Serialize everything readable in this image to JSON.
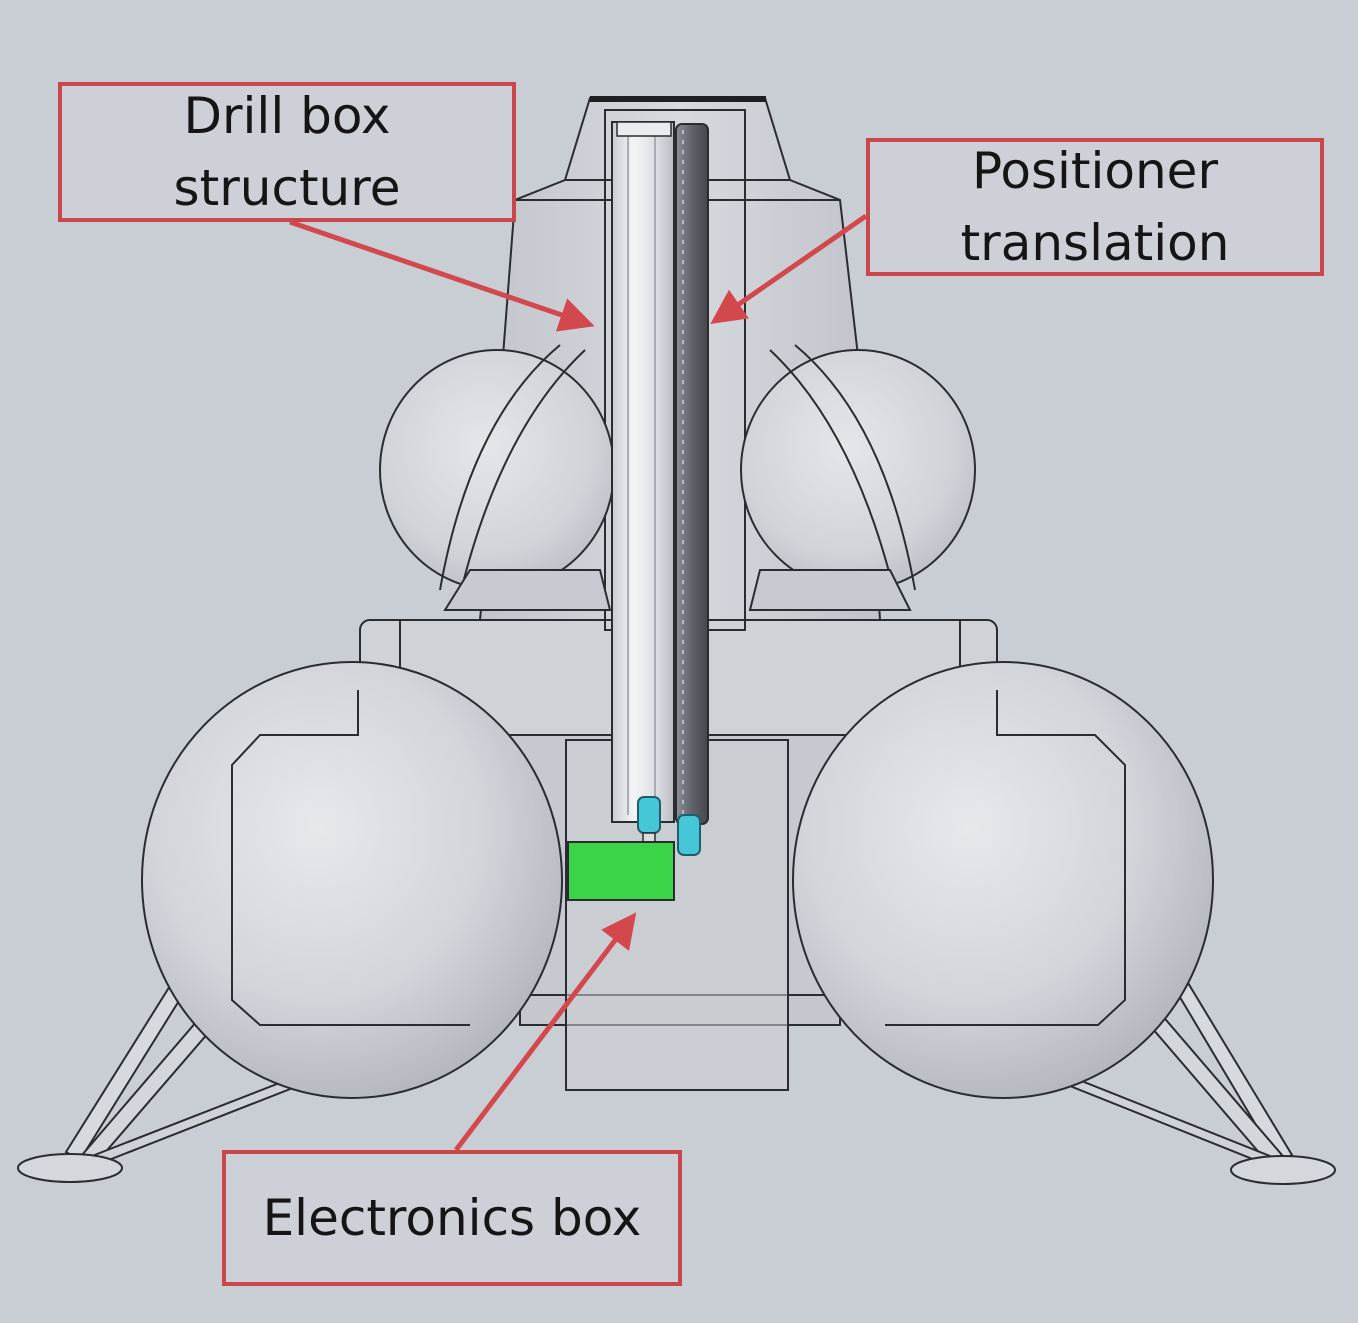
{
  "diagram": {
    "callouts": {
      "drill_box": {
        "line1": "Drill box",
        "line2": "structure"
      },
      "positioner": {
        "line1": "Positioner",
        "line2": "translation"
      },
      "electronics": {
        "line1": "Electronics box"
      }
    },
    "colors": {
      "background": "#c9cdd4",
      "callout_border": "#c9464b",
      "arrow": "#d2484c",
      "electronics_box": "#3bd448",
      "connector": "#45c7d8"
    }
  }
}
